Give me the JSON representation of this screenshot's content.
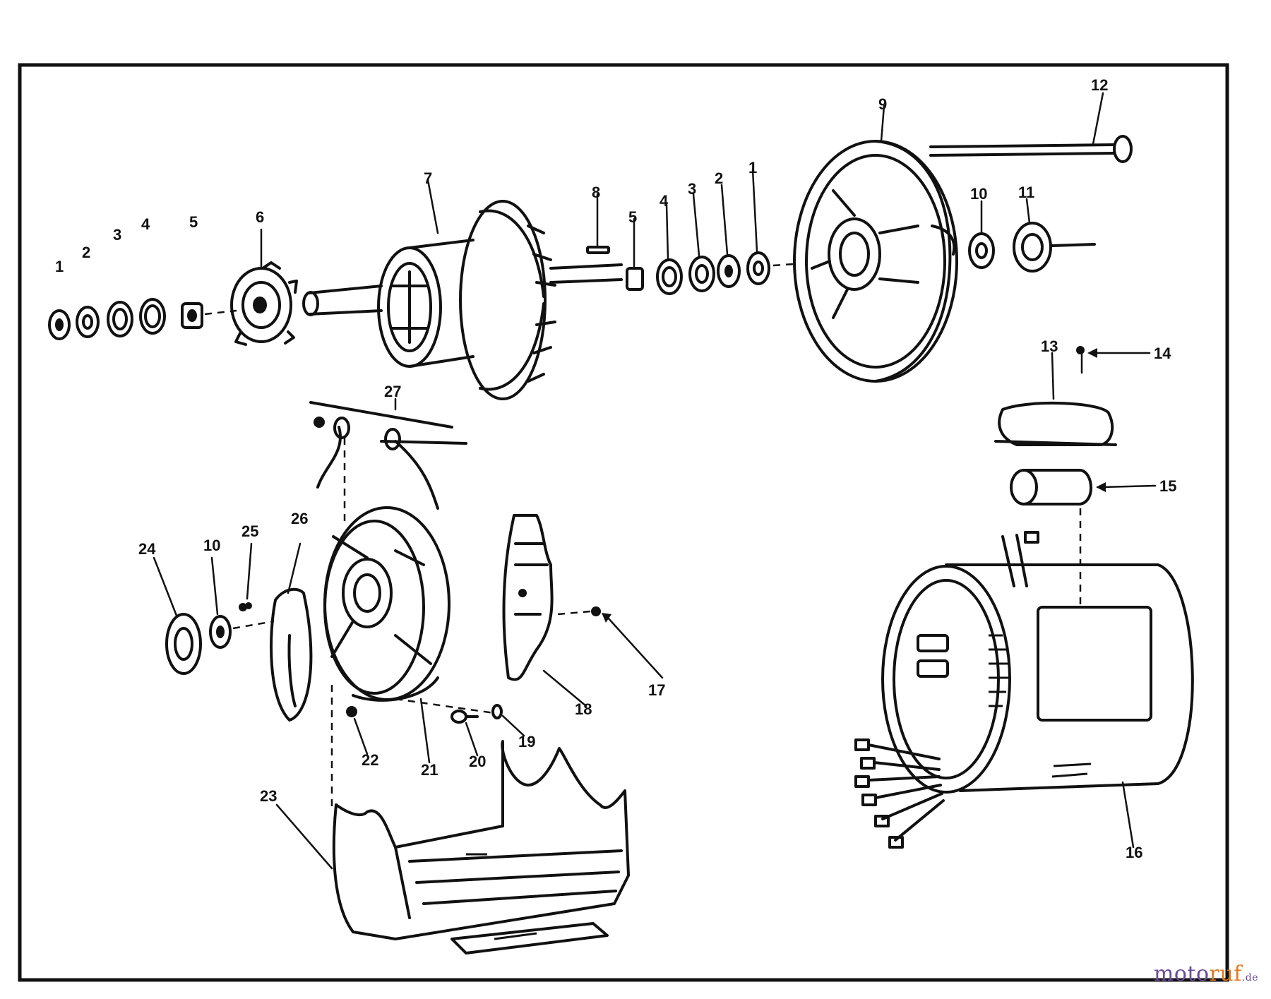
{
  "diagram": {
    "callouts": [
      {
        "id": "c1a",
        "text": "1"
      },
      {
        "id": "c2a",
        "text": "2"
      },
      {
        "id": "c3a",
        "text": "3"
      },
      {
        "id": "c4a",
        "text": "4"
      },
      {
        "id": "c5a",
        "text": "5"
      },
      {
        "id": "c6",
        "text": "6"
      },
      {
        "id": "c7",
        "text": "7"
      },
      {
        "id": "c8",
        "text": "8"
      },
      {
        "id": "c5b",
        "text": "5"
      },
      {
        "id": "c4b",
        "text": "4"
      },
      {
        "id": "c3b",
        "text": "3"
      },
      {
        "id": "c2b",
        "text": "2"
      },
      {
        "id": "c1b",
        "text": "1"
      },
      {
        "id": "c9",
        "text": "9"
      },
      {
        "id": "c12",
        "text": "12"
      },
      {
        "id": "c10a",
        "text": "10"
      },
      {
        "id": "c11",
        "text": "11"
      },
      {
        "id": "c13",
        "text": "13"
      },
      {
        "id": "c14",
        "text": "14"
      },
      {
        "id": "c15",
        "text": "15"
      },
      {
        "id": "c16",
        "text": "16"
      },
      {
        "id": "c17",
        "text": "17"
      },
      {
        "id": "c18",
        "text": "18"
      },
      {
        "id": "c19",
        "text": "19"
      },
      {
        "id": "c20",
        "text": "20"
      },
      {
        "id": "c21",
        "text": "21"
      },
      {
        "id": "c22",
        "text": "22"
      },
      {
        "id": "c23",
        "text": "23"
      },
      {
        "id": "c24",
        "text": "24"
      },
      {
        "id": "c10b",
        "text": "10"
      },
      {
        "id": "c25",
        "text": "25"
      },
      {
        "id": "c26",
        "text": "26"
      },
      {
        "id": "c27",
        "text": "27"
      }
    ]
  },
  "watermark": {
    "part1": "moto",
    "part2": "ruf",
    "tld": ".de"
  }
}
